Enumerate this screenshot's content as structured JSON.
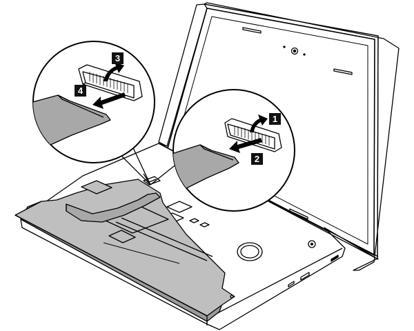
{
  "figure": {
    "steps": [
      {
        "number": "1",
        "action": "flip-up-latch"
      },
      {
        "number": "2",
        "action": "pull-out-cable"
      },
      {
        "number": "3",
        "action": "flip-up-latch"
      },
      {
        "number": "4",
        "action": "pull-out-cable"
      }
    ],
    "colors": {
      "outline": "#000000",
      "keyboard_fill": "#bfbfbf",
      "keyboard_shadow": "#9a9a9a",
      "cable_fill": "#a8a8a8",
      "callout_fill": "#ffffff",
      "step_box": "#111111"
    },
    "icons": [
      "arrow-curved-up-icon",
      "arrow-left-icon"
    ]
  }
}
